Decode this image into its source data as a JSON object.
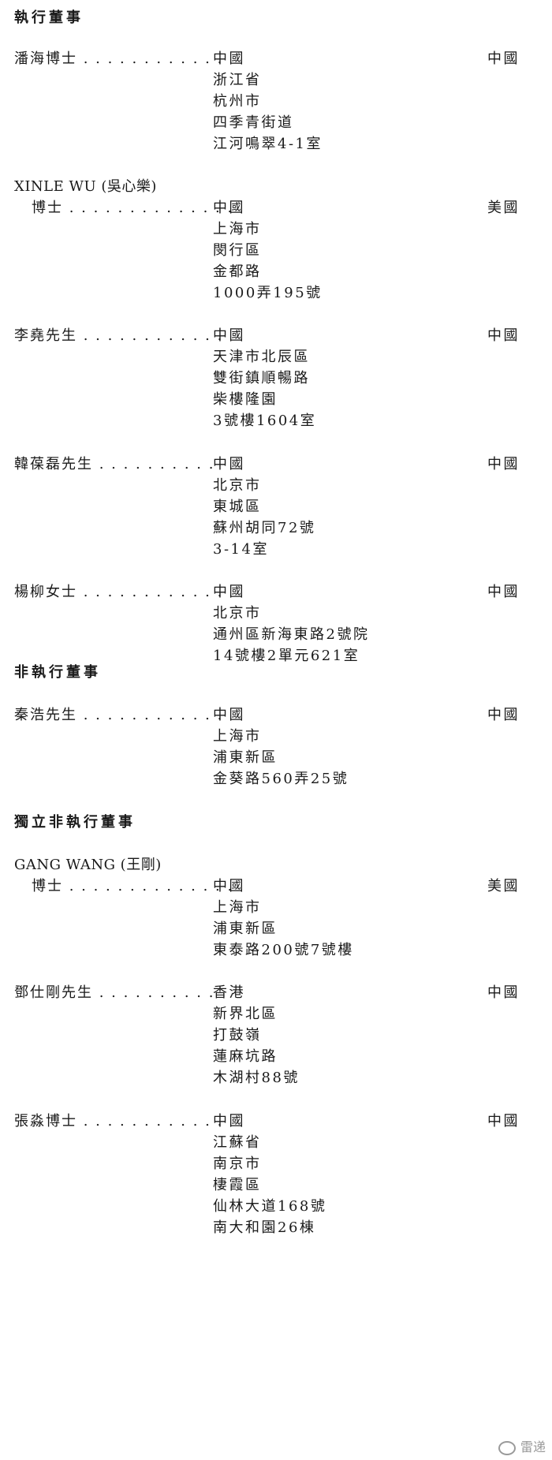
{
  "sections": [
    {
      "heading": "執行董事"
    },
    {
      "heading": "非執行董事"
    },
    {
      "heading": "獨立非執行董事"
    }
  ],
  "entries": [
    {
      "name": "潘海博士 . . . . . . . . . . . .",
      "nationality": "中國",
      "address": [
        "中國",
        "浙江省",
        "杭州市",
        "四季青街道",
        "江河鳴翠4-1室"
      ]
    },
    {
      "name_line1": "XINLE WU (吳心樂)",
      "name_line2": "博士 . . . . . . . . . . . . . .",
      "nationality": "美國",
      "address": [
        "中國",
        "上海市",
        "閔行區",
        "金都路",
        "1000弄195號"
      ]
    },
    {
      "name": "李堯先生 . . . . . . . . . . . .",
      "nationality": "中國",
      "address": [
        "中國",
        "天津市北辰區",
        "雙街鎮順暢路",
        "柴樓隆園",
        "3號樓1604室"
      ]
    },
    {
      "name": "韓葆磊先生 . . . . . . . . . .",
      "nationality": "中國",
      "address": [
        "中國",
        "北京市",
        "東城區",
        "蘇州胡同72號",
        "3-14室"
      ]
    },
    {
      "name": "楊柳女士 . . . . . . . . . . . .",
      "nationality": "中國",
      "address": [
        "中國",
        "北京市",
        "通州區新海東路2號院",
        "14號樓2單元621室"
      ]
    },
    {
      "name": "秦浩先生 . . . . . . . . . . . .",
      "nationality": "中國",
      "address": [
        "中國",
        "上海市",
        "浦東新區",
        "金葵路560弄25號"
      ]
    },
    {
      "name_line1": "GANG WANG (王剛)",
      "name_line2": "博士 . . . . . . . . . . . . . .",
      "nationality": "美國",
      "address": [
        "中國",
        "上海市",
        "浦東新區",
        "東泰路200號7號樓"
      ]
    },
    {
      "name": "鄧仕剛先生 . . . . . . . . . .",
      "nationality": "中國",
      "address": [
        "香港",
        "新界北區",
        "打鼓嶺",
        "蓮麻坑路",
        "木湖村88號"
      ]
    },
    {
      "name": "張淼博士 . . . . . . . . . . . .",
      "nationality": "中國",
      "address": [
        "中國",
        "江蘇省",
        "南京市",
        "棲霞區",
        "仙林大道168號",
        "南大和園26棟"
      ]
    }
  ],
  "watermark": {
    "text": "雷递"
  }
}
